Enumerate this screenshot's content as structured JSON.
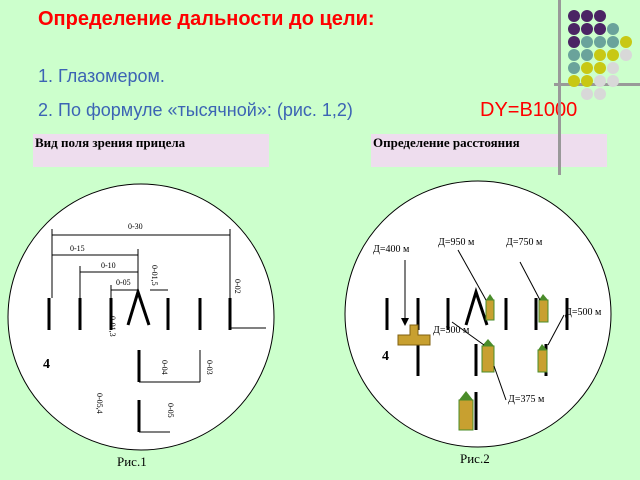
{
  "title": "Определение дальности до цели:",
  "items": [
    "1. Глазомером.",
    "2. По формуле «тысячной»: (рис. 1,2)"
  ],
  "formula": "DY=B1000",
  "panels": {
    "left": "Вид поля зрения прицела",
    "right": "Определение расстояния"
  },
  "fig1": {
    "scale_labels": [
      "0-30",
      "0-15",
      "0-10",
      "0-05"
    ],
    "rotated_labels": [
      "0-01,5",
      "0-02",
      "0-01,3",
      "0-04",
      "0-03",
      "0-05,4",
      "0-05"
    ],
    "mark": "4",
    "caption": "Рис.1"
  },
  "fig2": {
    "distances": [
      "Д=950 м",
      "Д=750 м",
      "Д=400 м",
      "Д=500 м",
      "Д=300 м",
      "Д=375 м"
    ],
    "mark": "4",
    "caption": "Рис.2"
  },
  "colors": {
    "title": "#ff0000",
    "text": "#3c64b4",
    "dot_purple": "#4b2464",
    "dot_teal": "#6aa39b",
    "dot_yellow": "#c8c814",
    "dot_grey": "#d8d8d8",
    "target_fill": "#c8a030",
    "target_green": "#4a8c2a"
  }
}
